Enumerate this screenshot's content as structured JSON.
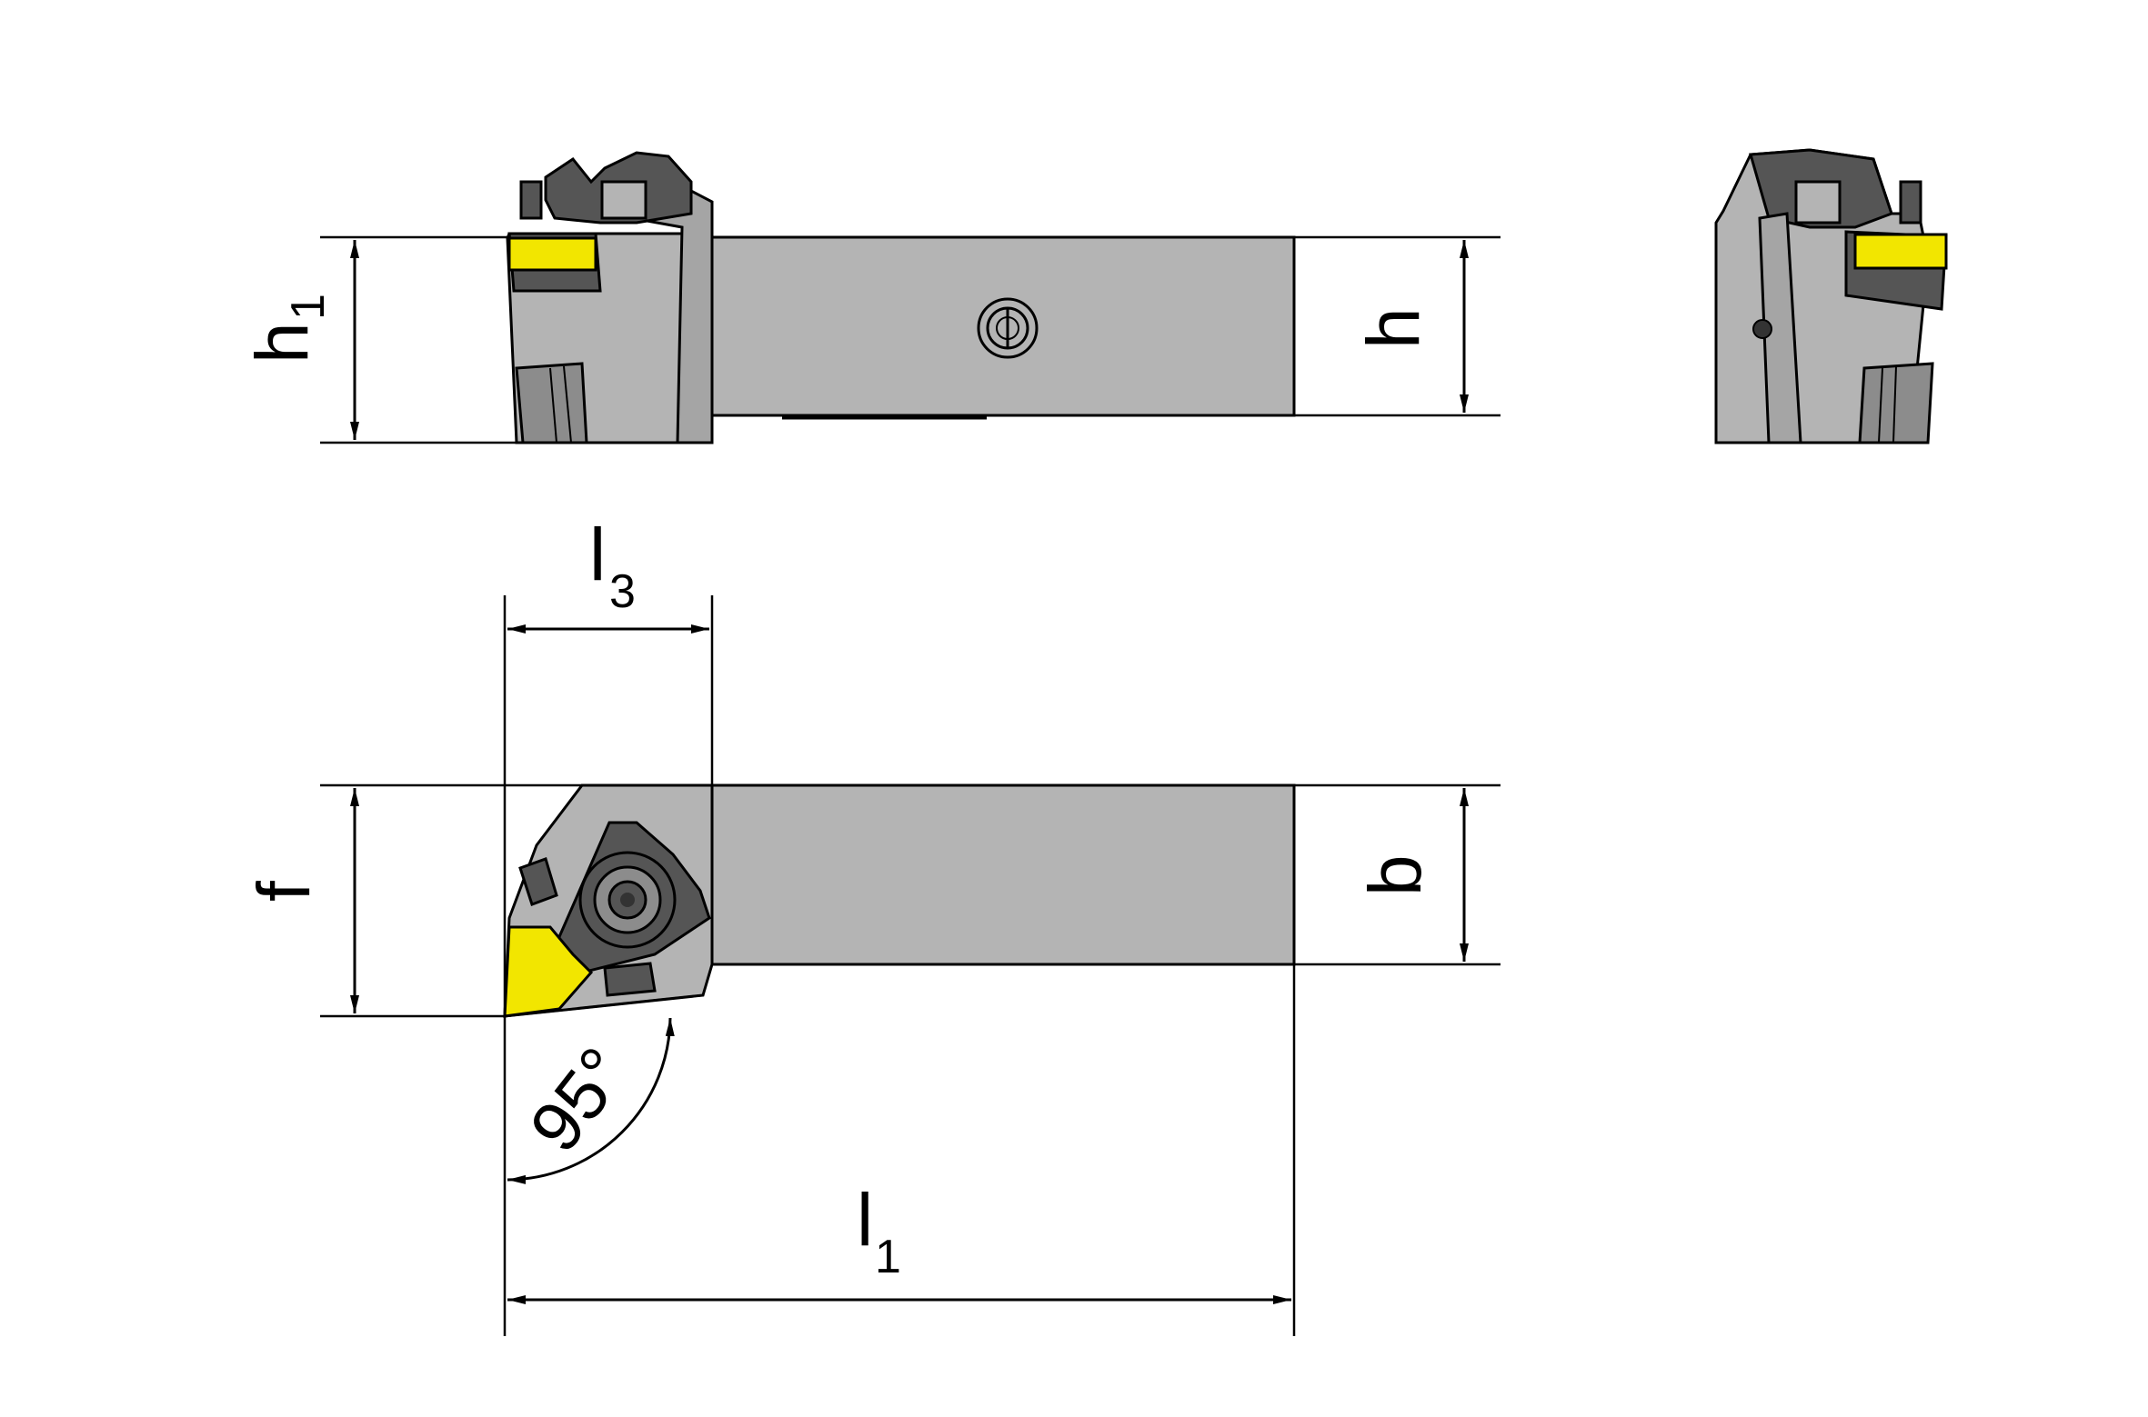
{
  "dimensions": {
    "h1": {
      "main": "h",
      "sub": "1"
    },
    "h": "h",
    "l3": {
      "main": "l",
      "sub": "3"
    },
    "f": "f",
    "b": "b",
    "angle": "95°",
    "l1": {
      "main": "l",
      "sub": "1"
    }
  },
  "colors": {
    "body": "#b4b4b4",
    "dark": "#555555",
    "mid": "#8c8c8c",
    "insert": "#f2e600",
    "line": "#000000"
  }
}
